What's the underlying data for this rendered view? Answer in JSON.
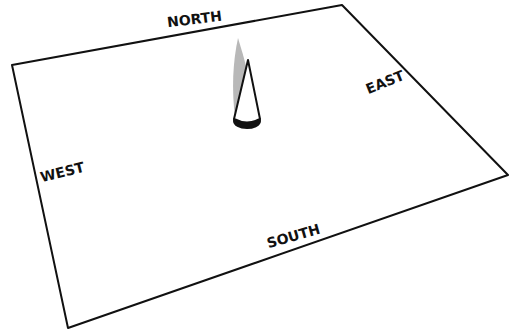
{
  "diagram": {
    "labels": [
      "NORTH",
      "EAST",
      "SOUTH",
      "WEST"
    ]
  }
}
